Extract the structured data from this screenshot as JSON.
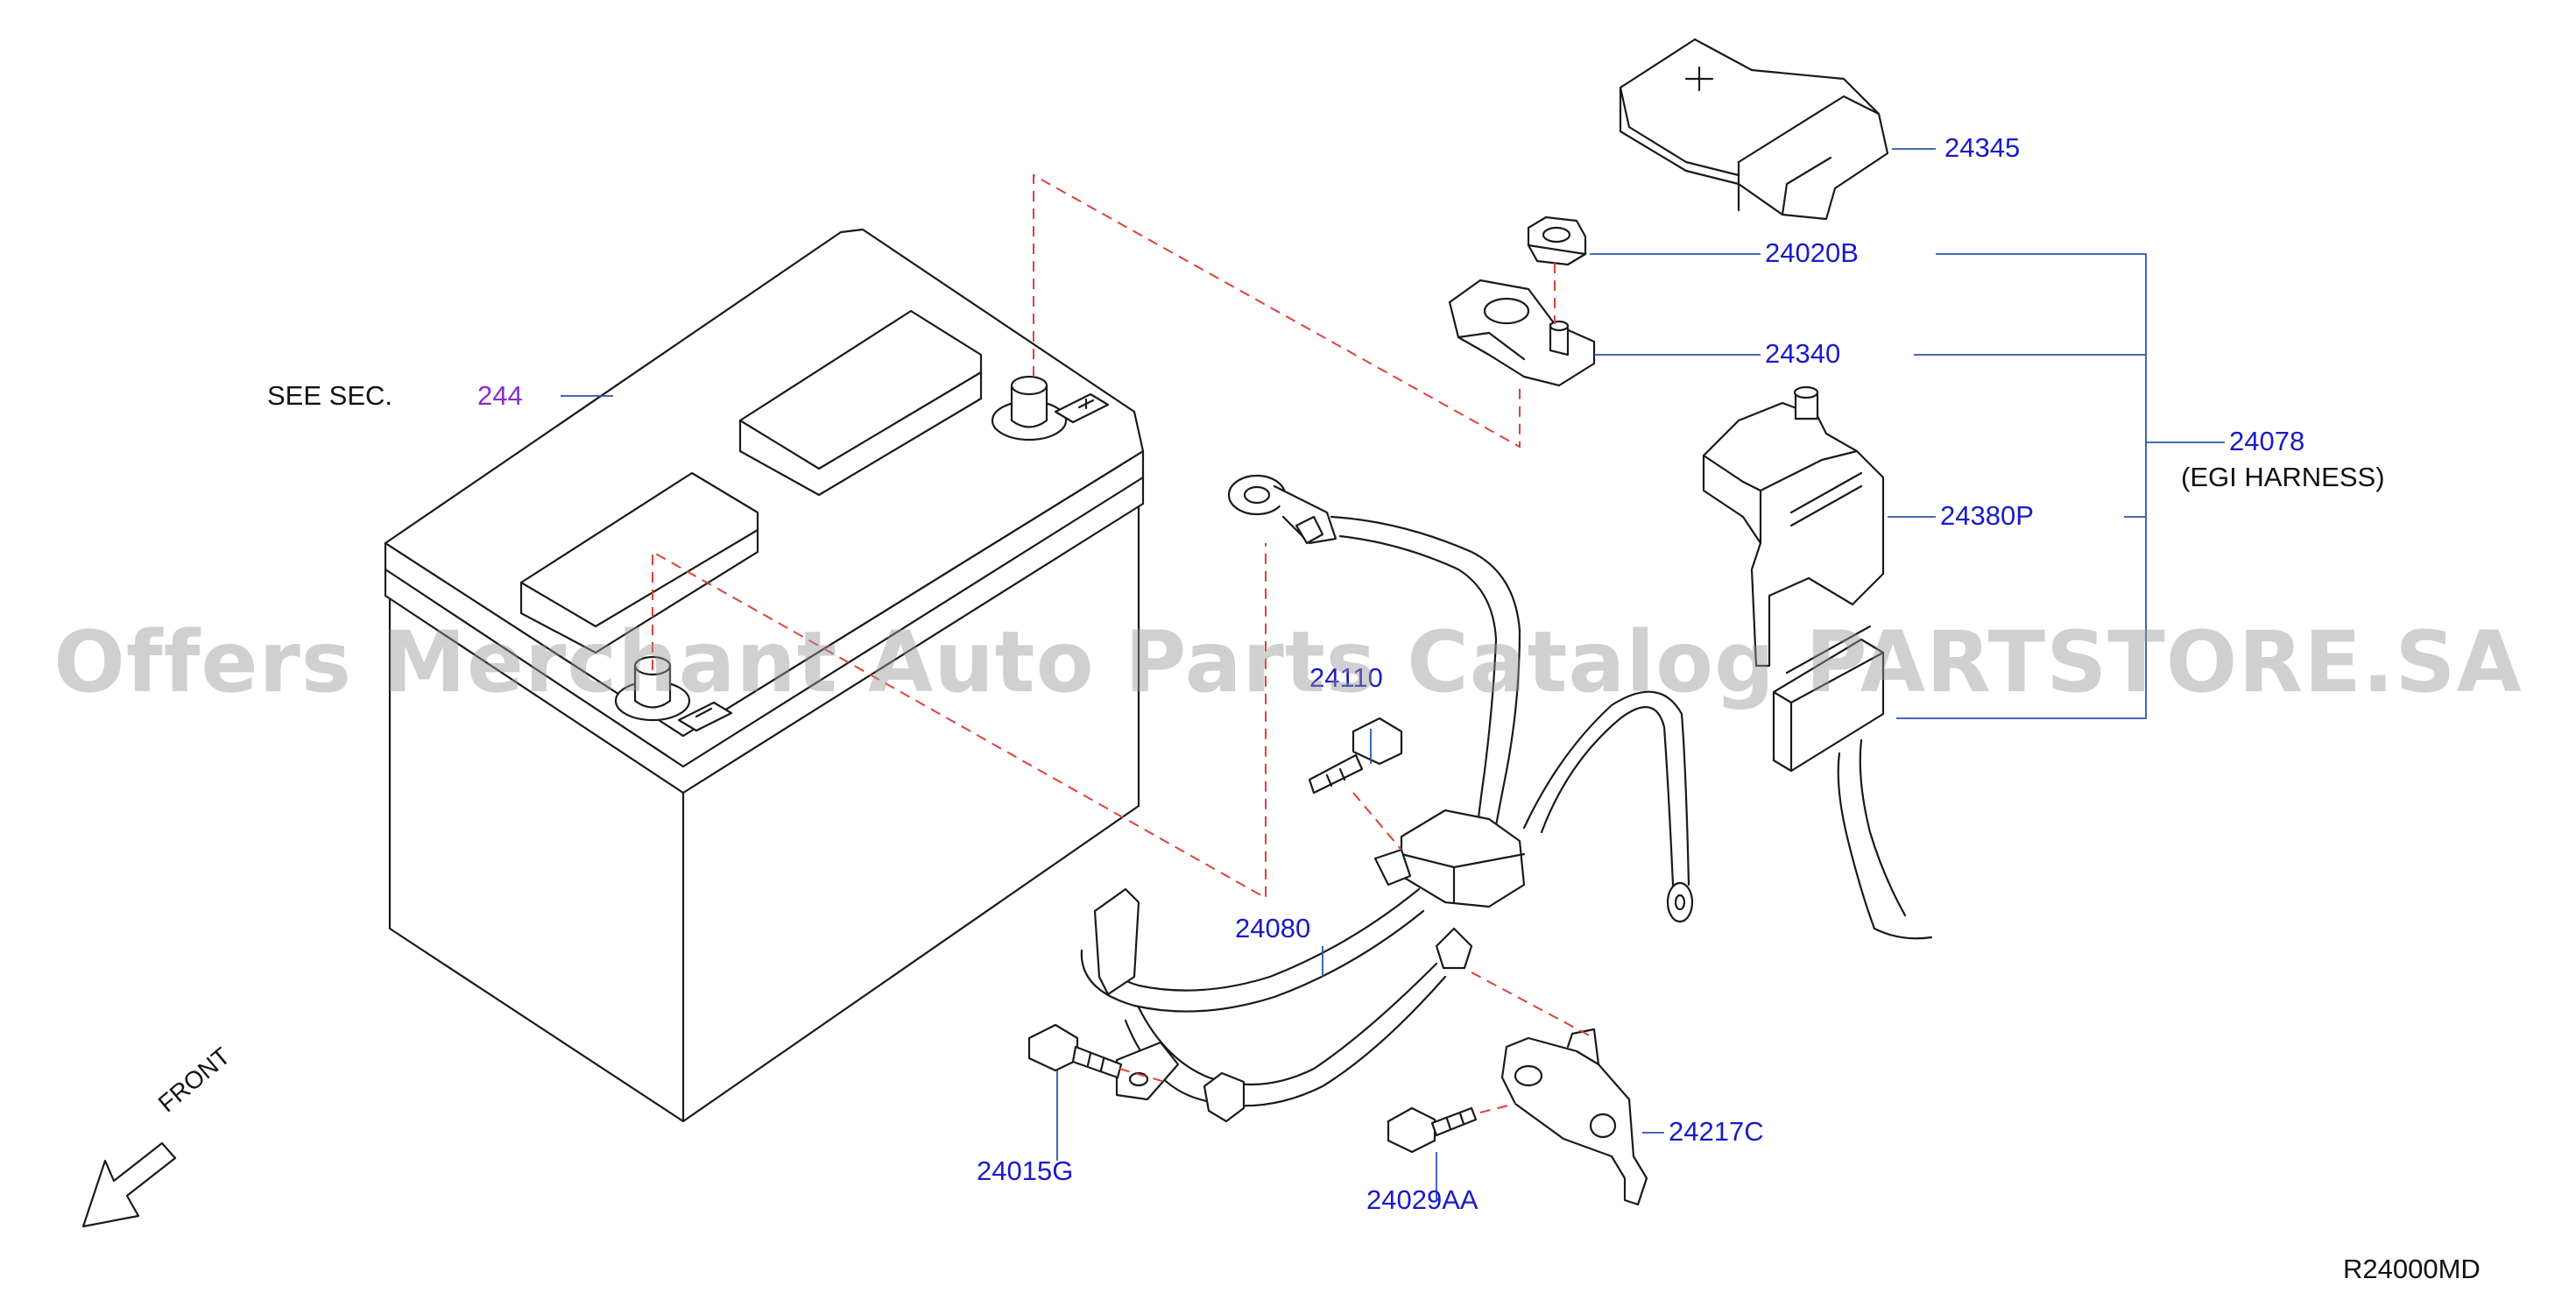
{
  "labels": {
    "see_sec_prefix": "SEE   SEC.",
    "see_sec_number": "244",
    "part_24345": "24345",
    "part_24020B": "24020B",
    "part_24340": "24340",
    "part_24078": "24078",
    "egi_harness": "(EGI   HARNESS)",
    "part_24380P": "24380P",
    "part_24110": "24110",
    "part_24080": "24080",
    "part_24015G": "24015G",
    "part_24217C": "24217C",
    "part_24029AA": "24029AA",
    "front": "FRONT",
    "diagram_code": "R24000MD"
  },
  "watermark": "Offers Merchant Auto Parts Catalog PARTSTORE.SA",
  "colors": {
    "label_blue": "#1a1ac8",
    "see_sec_purple": "#8a2ad0",
    "leader_line": "#2a57a8",
    "dashed_line": "#e0403a"
  }
}
